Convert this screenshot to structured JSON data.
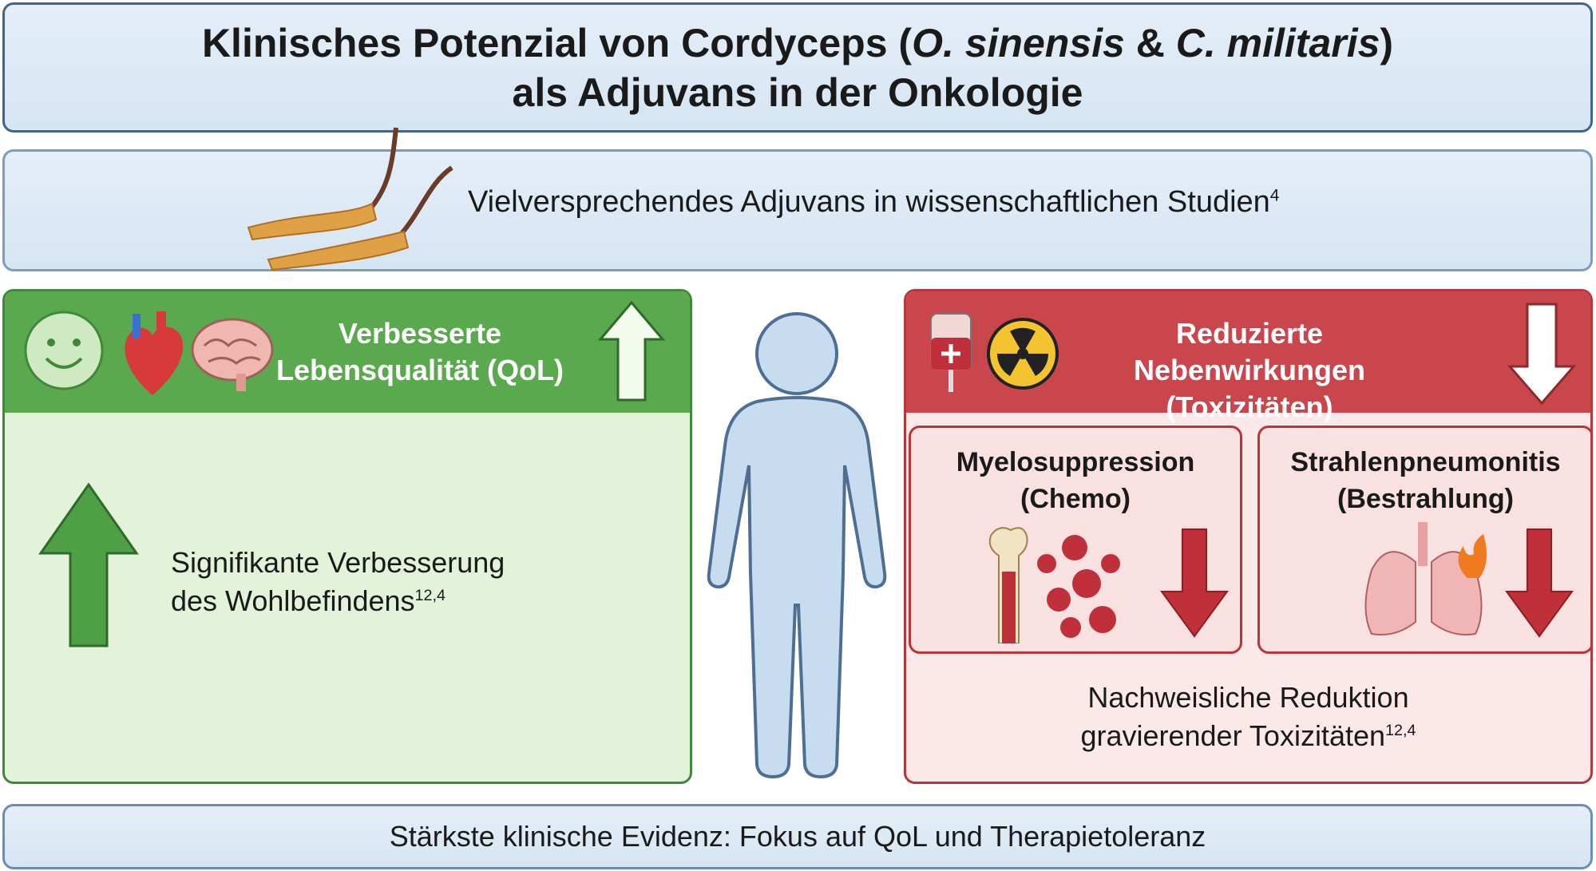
{
  "title": {
    "line1_pre": "Klinisches Potenzial von Cordyceps (",
    "line1_ital1": "O. sinensis",
    "line1_mid": " & ",
    "line1_ital2": "C. militaris",
    "line1_post": ")",
    "line2": "als Adjuvans in der Onkologie"
  },
  "subtitle": {
    "text": "Vielversprechendes Adjuvans in wissenschaftlichen Studien",
    "ref": "4"
  },
  "qol": {
    "title_line1": "Verbesserte",
    "title_line2": "Lebensqualität (QoL)",
    "body_line1": "Signifikante Verbesserung",
    "body_line2": "des Wohlbefindens",
    "ref": "12,4"
  },
  "toxicity": {
    "title_line1": "Reduzierte Nebenwirkungen",
    "title_line2": "(Toxizitäten)",
    "cards": [
      {
        "title": "Myelosuppression",
        "subtitle": "(Chemo)"
      },
      {
        "title": "Strahlenpneumonitis",
        "subtitle": "(Bestrahlung)"
      }
    ],
    "body_line1": "Nachweisliche Reduktion",
    "body_line2": "gravierender Toxizitäten",
    "ref": "12,4"
  },
  "footer": {
    "text": "Stärkste klinische Evidenz: Fokus auf QoL und Therapietoleranz"
  },
  "colors": {
    "green": "#5aa94f",
    "red": "#c9474c",
    "blue": "#6a8db5"
  }
}
